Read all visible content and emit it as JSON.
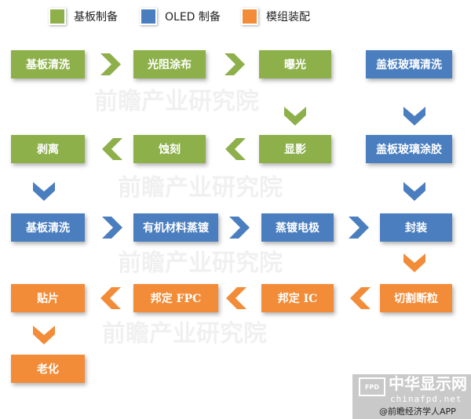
{
  "colors": {
    "green": "#8db04a",
    "blue": "#4a7ebf",
    "orange": "#f28c38"
  },
  "legend": [
    {
      "label": "基板制备",
      "color": "green"
    },
    {
      "label": "OLED 制备",
      "color": "blue"
    },
    {
      "label": "模组装配",
      "color": "orange"
    }
  ],
  "steps": [
    {
      "label": "基板清洗",
      "color": "green"
    },
    {
      "label": "光阻涂布",
      "color": "green"
    },
    {
      "label": "曝光",
      "color": "green"
    },
    {
      "label": "盖板玻璃清洗",
      "color": "blue"
    },
    {
      "label": "显影",
      "color": "green"
    },
    {
      "label": "蚀刻",
      "color": "green"
    },
    {
      "label": "剥离",
      "color": "green"
    },
    {
      "label": "盖板玻璃涂胶",
      "color": "blue"
    },
    {
      "label": "基板清洗",
      "color": "blue"
    },
    {
      "label": "有机材料蒸镀",
      "color": "blue"
    },
    {
      "label": "蒸镀电极",
      "color": "blue"
    },
    {
      "label": "封装",
      "color": "blue"
    },
    {
      "label": "切割断粒",
      "color": "orange"
    },
    {
      "label": "邦定 IC",
      "color": "orange"
    },
    {
      "label": "邦定 FPC",
      "color": "orange"
    },
    {
      "label": "贴片",
      "color": "orange"
    },
    {
      "label": "老化",
      "color": "orange"
    }
  ],
  "watermark": {
    "text": "前瞻产业研究院",
    "logo_title": "中华显示网",
    "logo_url_text": "chinafpd.net",
    "logo_badge": "FPD",
    "credit": "@前瞻经济学人APP"
  }
}
